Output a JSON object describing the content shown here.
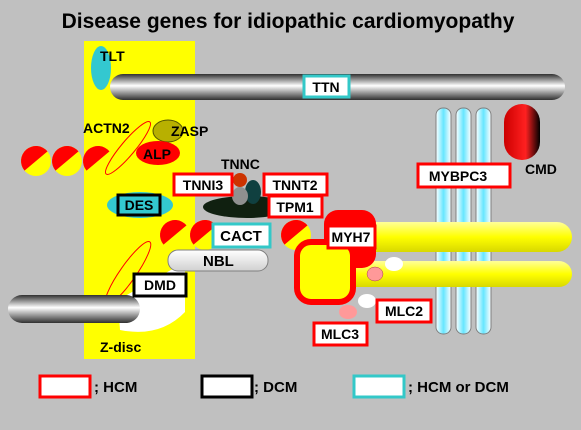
{
  "title": "Disease genes for idiopathic cardiomyopathy",
  "colors": {
    "background": "#c0c0c0",
    "zdisc": "#ffff00",
    "hcm": "#ff0000",
    "dcm": "#000000",
    "hcm_or_dcm": "#33c8c8",
    "actin_yellow": "#ffff00",
    "actin_red": "#ff0000"
  },
  "labels": {
    "tlt": "TLT",
    "actn2": "ACTN2",
    "zasp": "ZASP",
    "alp": "ALP",
    "tnnc": "TNNC",
    "nbl": "NBL",
    "zdisc": "Z-disc",
    "cmd": "CMD"
  },
  "genes": {
    "ttn": "TTN",
    "tnni3": "TNNI3",
    "tnnt2": "TNNT2",
    "tpm1": "TPM1",
    "des": "DES",
    "cact": "CACT",
    "myh7": "MYH7",
    "mybpc3": "MYBPC3",
    "dmd": "DMD",
    "mlc2": "MLC2",
    "mlc3": "MLC3"
  },
  "legend": {
    "hcm": "; HCM",
    "dcm": "; DCM",
    "hcm_or_dcm": "; HCM or DCM"
  }
}
